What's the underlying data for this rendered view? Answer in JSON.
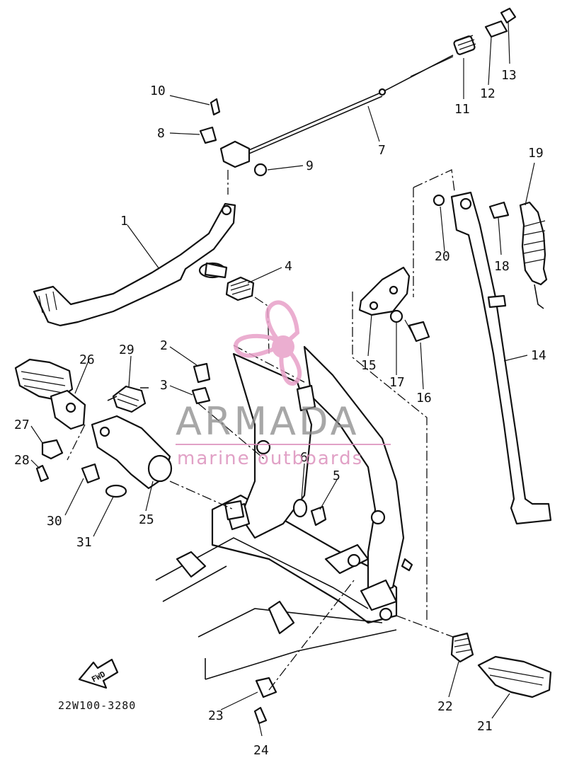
{
  "diagram_code": "22W100-3280",
  "fwd_label": "FWD",
  "watermark": {
    "brand": "ARMADA",
    "tagline": "marine outboards",
    "colors": {
      "brand_text": "#8a8a8a",
      "logo": "#e8a0c8",
      "tagline": "#d98ab8"
    }
  },
  "callouts": {
    "c1": "1",
    "c2": "2",
    "c3": "3",
    "c4": "4",
    "c5": "5",
    "c6": "6",
    "c7": "7",
    "c8": "8",
    "c9": "9",
    "c10": "10",
    "c11": "11",
    "c12": "12",
    "c13": "13",
    "c14": "14",
    "c15": "15",
    "c16": "16",
    "c17": "17",
    "c18": "18",
    "c19": "19",
    "c20": "20",
    "c21": "21",
    "c22": "22",
    "c23": "23",
    "c24": "24",
    "c25": "25",
    "c26": "26",
    "c27": "27",
    "c28": "28",
    "c29": "29",
    "c30": "30",
    "c31": "31"
  }
}
